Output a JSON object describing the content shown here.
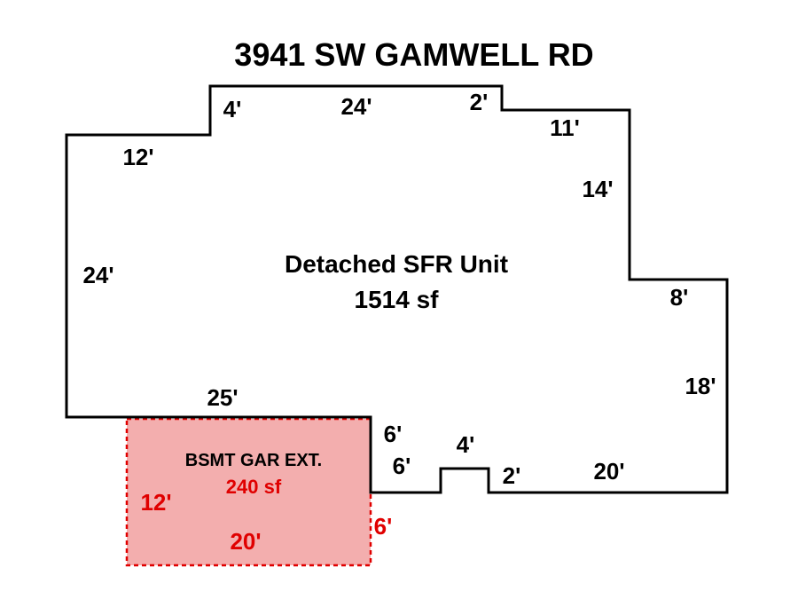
{
  "title": "3941 SW GAMWELL RD",
  "unit": {
    "name": "Detached SFR Unit",
    "area": "1514 sf",
    "dims": {
      "top_left_12": "12'",
      "notch_4": "4'",
      "top_24": "24'",
      "top_step_2": "2'",
      "upper_right_11": "11'",
      "right_14": "14'",
      "right_8": "8'",
      "right_18": "18'",
      "bottom_right_20": "20'",
      "bottom_step_2": "2'",
      "bottom_notch_4": "4'",
      "mid_vert_6": "6'",
      "mid_horiz_6": "6'",
      "bottom_25": "25'",
      "left_24": "24'"
    }
  },
  "garage": {
    "name": "BSMT GAR EXT.",
    "area": "240 sf",
    "dims": {
      "left_12": "12'",
      "bottom_20": "20'",
      "right_6": "6'"
    }
  },
  "colors": {
    "outline": "#000000",
    "background": "#ffffff",
    "garage_fill": "#f3aeae",
    "garage_stroke": "#e00000",
    "red_text": "#e00000"
  }
}
